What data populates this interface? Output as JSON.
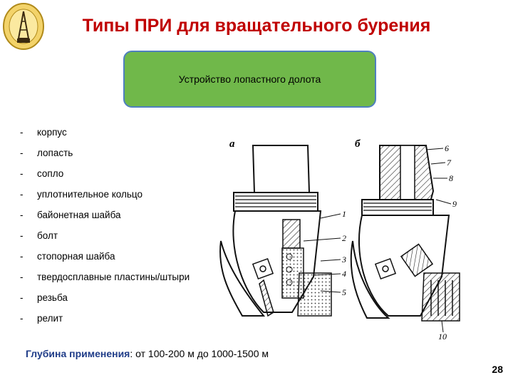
{
  "title": "Типы ПРИ для вращательного бурения",
  "topic": "Устройство лопастного долота",
  "parts_list": [
    {
      "dash": "-",
      "label": "корпус"
    },
    {
      "dash": "-",
      "label": "лопасть"
    },
    {
      "dash": "-",
      "label": "сопло"
    },
    {
      "dash": "-",
      "label": "уплотнительное кольцо"
    },
    {
      "dash": "-",
      "label": "байонетная шайба"
    },
    {
      "dash": "-",
      "label": "болт"
    },
    {
      "dash": "-",
      "label": "стопорная шайба"
    },
    {
      "dash": "-",
      "label": "твердосплавные пластины/штыри"
    },
    {
      "dash": "-",
      "label": "резьба"
    },
    {
      "dash": "-",
      "label": "релит"
    }
  ],
  "figure": {
    "panel_a": "а",
    "panel_b": "б",
    "callouts": [
      "1",
      "2",
      "3",
      "4",
      "5",
      "6",
      "7",
      "8",
      "9",
      "10"
    ]
  },
  "depth": {
    "label": "Глубина применения",
    "value": ": от 100-200 м до 1000-1500 м"
  },
  "page_number": "28",
  "colors": {
    "title": "#c00000",
    "topic_box_fill": "#70b84a",
    "topic_box_border": "#4f7fbf",
    "depth_label": "#1f3c88"
  },
  "icons": {
    "logo": "university-emblem-icon"
  }
}
